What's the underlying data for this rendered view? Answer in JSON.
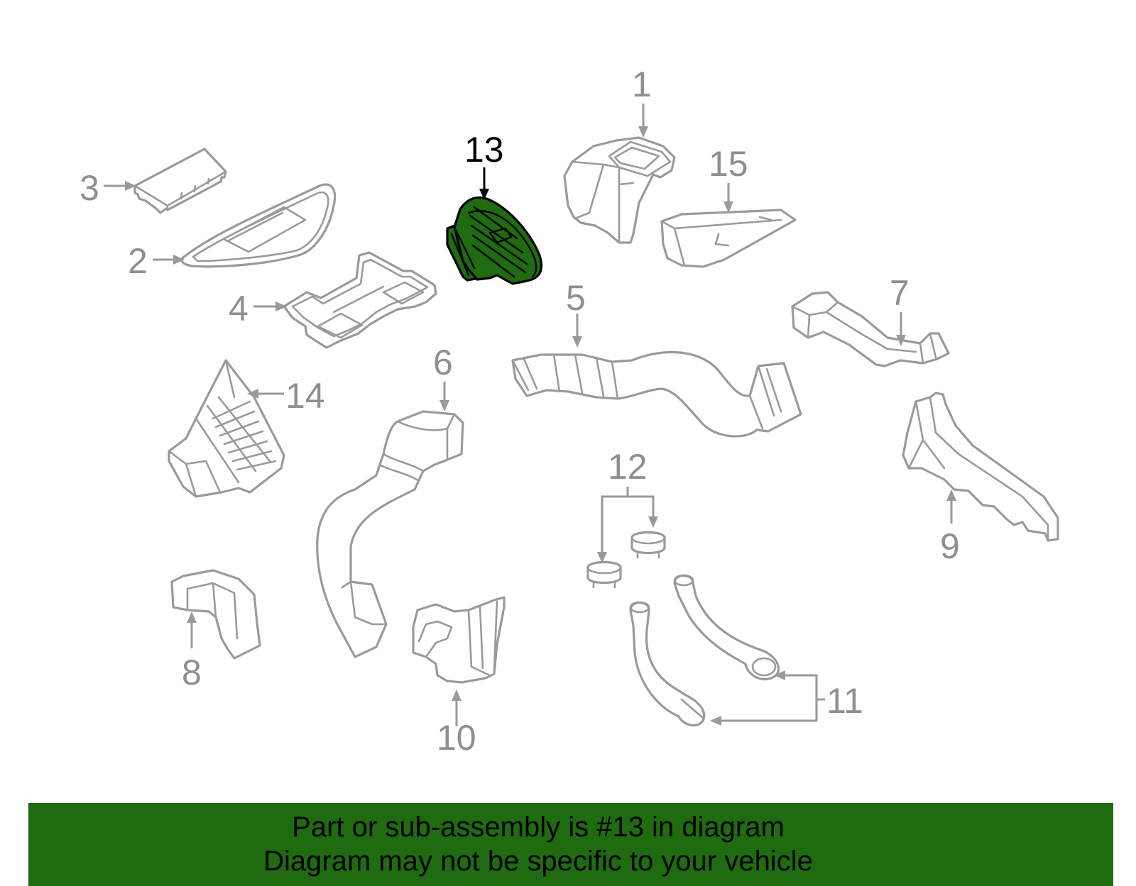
{
  "callouts": {
    "c1": "1",
    "c2": "2",
    "c3": "3",
    "c4": "4",
    "c5": "5",
    "c6": "6",
    "c7": "7",
    "c8": "8",
    "c9": "9",
    "c10": "10",
    "c11": "11",
    "c12": "12",
    "c13": "13",
    "c14": "14",
    "c15": "15"
  },
  "highlighted_part": "13",
  "colors": {
    "highlight": "#1e6b10",
    "line": "#9a9a9a",
    "banner": "#1e6b10"
  },
  "banner": {
    "line1": "Part or sub-assembly is #13 in diagram",
    "line2": "Diagram may not be specific to your vehicle"
  }
}
